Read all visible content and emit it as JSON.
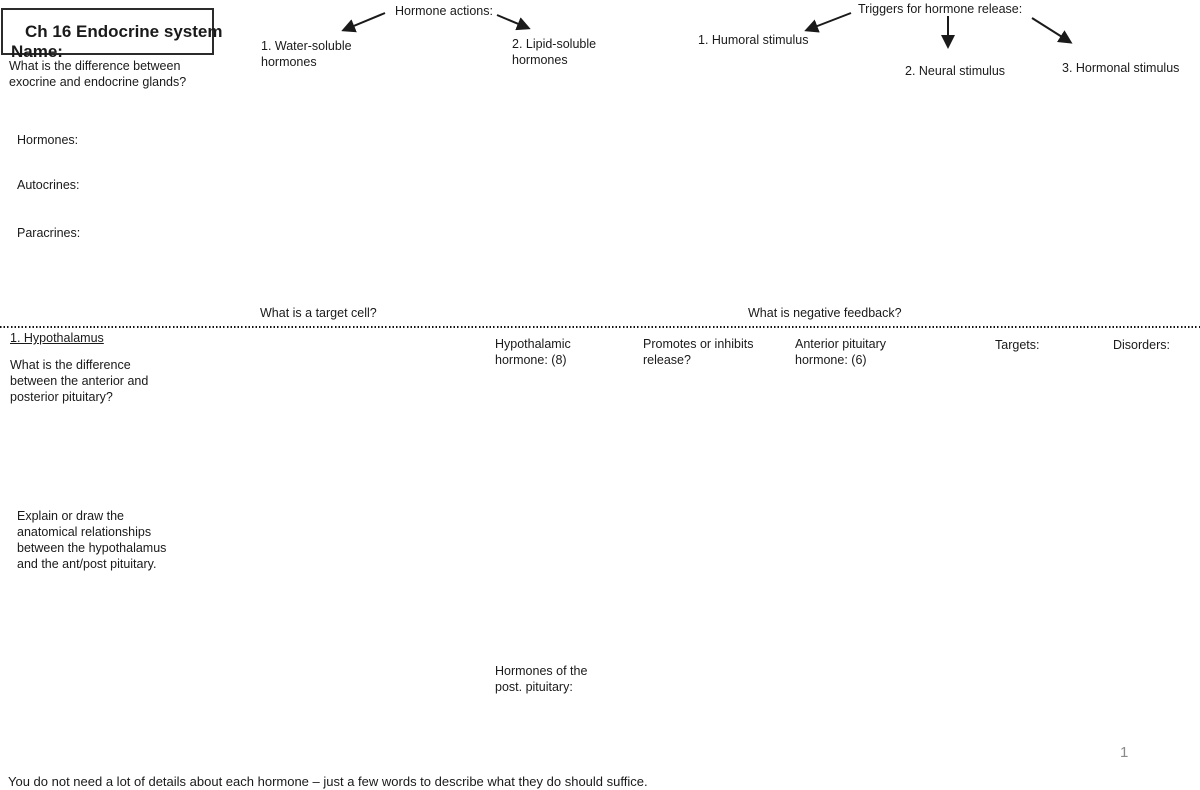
{
  "header": {
    "title": "Ch 16 Endocrine system",
    "name_label": "Name:"
  },
  "intro": {
    "exocrine_question": "What is the difference between exocrine and endocrine glands?",
    "hormones_label": "Hormones:",
    "autocrines_label": "Autocrines:",
    "paracrines_label": "Paracrines:"
  },
  "hormone_actions": {
    "label": "Hormone actions:",
    "item1": "1. Water-soluble hormones",
    "item2": "2. Lipid-soluble hormones"
  },
  "triggers": {
    "label": "Triggers for hormone release:",
    "item1": "1. Humoral stimulus",
    "item2": "2. Neural stimulus",
    "item3": "3. Hormonal stimulus"
  },
  "mid_questions": {
    "target_cell": "What is a target cell?",
    "negative_feedback": "What is negative feedback?"
  },
  "hypothalamus_section": {
    "heading": "1. Hypothalamus",
    "ant_post_question": "What is the difference between the anterior and posterior pituitary?",
    "explain_prompt": "Explain or draw the anatomical relationships between the hypothalamus and the ant/post pituitary.",
    "post_pituitary_label": "Hormones of the post. pituitary:",
    "columns": [
      "Hypothalamic hormone: (8)",
      "Promotes or inhibits release?",
      "Anterior pituitary hormone: (6)",
      "Targets:",
      "Disorders:"
    ]
  },
  "footer": {
    "note": "You do not need a lot of details about each hormone – just a few words to describe what they do should suffice.",
    "page_number": "1"
  }
}
